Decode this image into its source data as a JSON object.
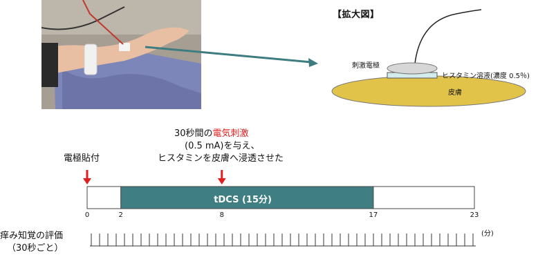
{
  "colors": {
    "tdcs_bar": "#3f7f83",
    "skin": "#e2c349",
    "electrode": "#d7d7d7",
    "solution": "#d5ecec",
    "stimulus_arrow": "#e02020",
    "arrow": "#3d7d80",
    "red_text": "#e02020"
  },
  "zoom": {
    "title": "【拡大図】",
    "electrode_label": "刺激電極",
    "solution_label": "ヒスタミン溶液(濃度 0.5％)",
    "skin_label": "皮膚"
  },
  "stimulus_note": {
    "line1_prefix": "30秒間の",
    "line1_highlight": "電気刺激",
    "line2": "(0.5 mA)を与え、",
    "line3": "ヒスタミンを皮膚へ浸透させた"
  },
  "electrode_attach_label": "電極貼付",
  "timeline": {
    "start": 0,
    "end": 23,
    "tdcs_start": 2,
    "tdcs_end": 17,
    "tdcs_label": "tDCS (15分)",
    "electrode_attach_time": 0,
    "stimulus_time": 8,
    "tick_labels": [
      "0",
      "2",
      "8",
      "17",
      "23"
    ],
    "unit_label": "(分)"
  },
  "evaluation": {
    "label_line1": "痒み知覚の評価",
    "label_line2": "（30秒ごと）",
    "interval_min": 0.5
  }
}
